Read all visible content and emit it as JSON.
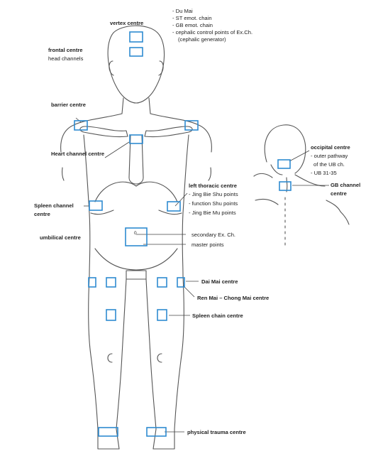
{
  "labels": {
    "vertex": "vertex centre",
    "frontal": "frontal centre",
    "head_channels": "head channels",
    "barrier": "barrier centre",
    "heart": "Heart channel centre",
    "spleen_channel_1": "Spleen channel",
    "spleen_channel_2": "centre",
    "umbilical": "umbilical centre",
    "left_thoracic": "left thoracic centre",
    "jing_bie_shu": "- Jing Bie Shu points",
    "function_shu": "- function Shu points",
    "jing_bie_mu": "- Jing Bie Mu points",
    "secondary_ex": "secondary Ex. Ch.",
    "master_points": "master points",
    "dai_mai": "Dai Mai centre",
    "ren_mai": "Ren Mai – Chong Mai centre",
    "spleen_chain": "Spleen chain centre",
    "physical_trauma": "physical trauma centre",
    "occipital": "occipital centre",
    "outer_pathway": "- outer pathway",
    "of_ub": "of the UB ch.",
    "ub_31_35": "- UB 31-35",
    "gb_channel_1": "GB channel",
    "gb_channel_2": "centre",
    "box_zero": "0"
  },
  "top_list": [
    "- Du Mai",
    "- ST emot. chain",
    "- GB emot. chain",
    "- cephalic control points of Ex.Ch.",
    "(cephalic generator)"
  ],
  "colors": {
    "box": "#2e8bd0",
    "outline": "#555555",
    "text": "#222222"
  }
}
